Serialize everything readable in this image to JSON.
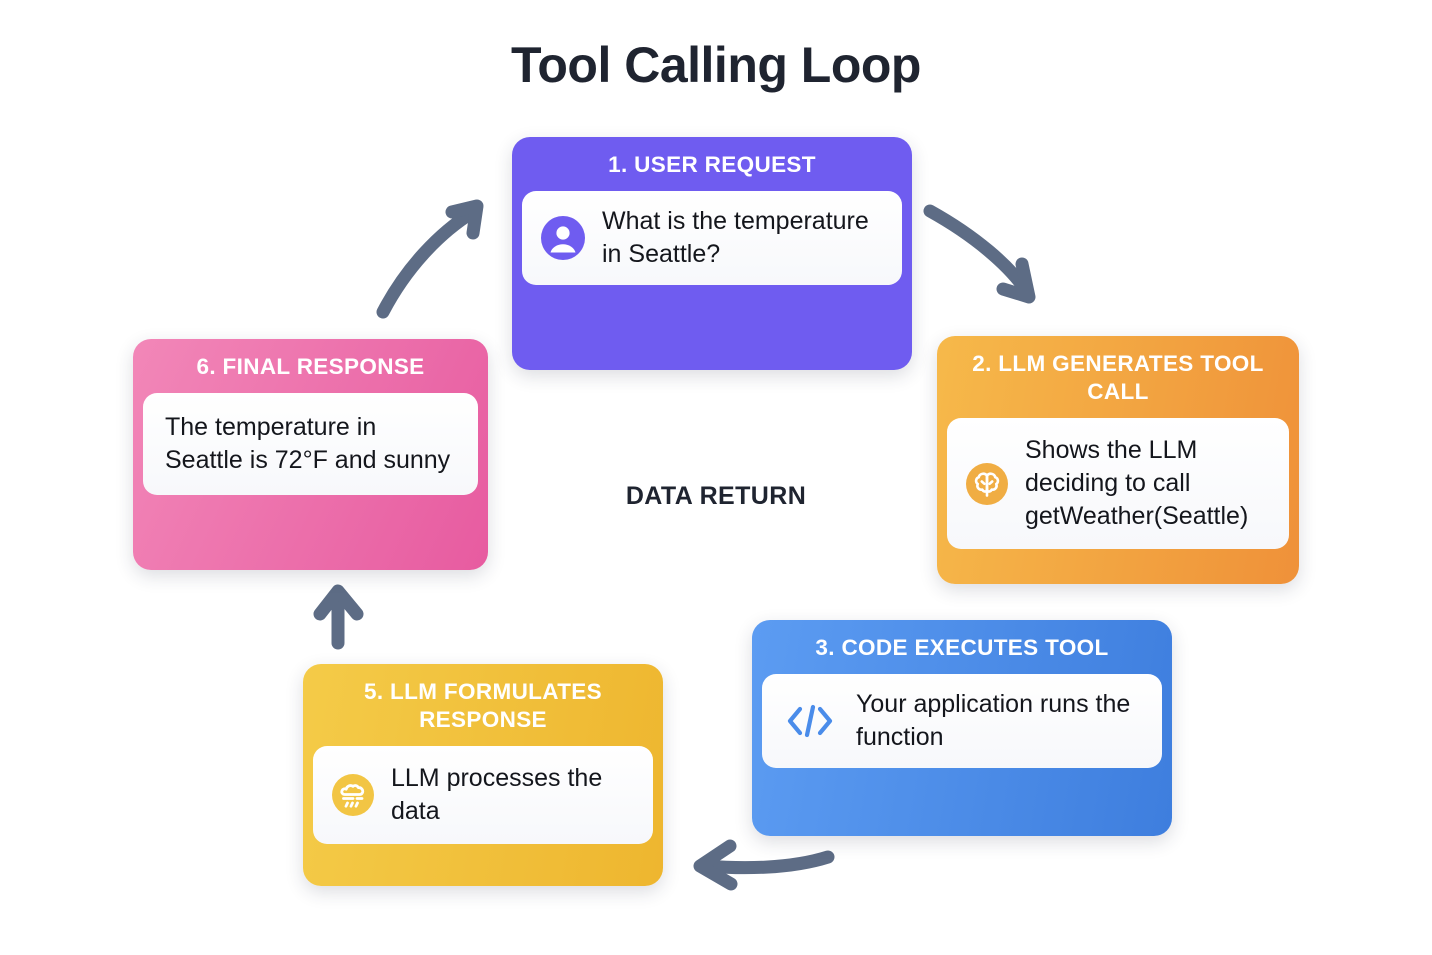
{
  "page": {
    "title": "Tool Calling Loop",
    "center_label": "DATA RETURN",
    "background": "#ffffff",
    "title_color": "#1f2430",
    "arrow_color": "#5d6c85"
  },
  "steps": [
    {
      "id": "card-1",
      "number": "1",
      "header": "1. USER REQUEST",
      "body_text": "What is the temperature in Seattle?",
      "icon": "user-avatar-icon",
      "accent": "#6f5cf0"
    },
    {
      "id": "card-2",
      "number": "2",
      "header": "2. LLM GENERATES TOOL CALL",
      "body_text": "Shows the LLM deciding to call getWeather(Seattle)",
      "icon": "brain-icon",
      "accent": "#f2a540"
    },
    {
      "id": "card-3",
      "number": "3",
      "header": "3. CODE EXECUTES TOOL",
      "body_text": "Your application runs the function",
      "icon": "code-brackets-icon",
      "accent": "#4a8cea"
    },
    {
      "id": "card-5",
      "number": "5",
      "header": "5. LLM FORMULATES RESPONSE",
      "body_text": "LLM processes the data",
      "icon": "weather-cloud-icon",
      "accent": "#f0c13c"
    },
    {
      "id": "card-6",
      "number": "6",
      "header": "6. FINAL RESPONSE",
      "body_text": "The temperature in Seattle is 72°F and sunny",
      "icon": "none",
      "accent": "#ec6fa9"
    }
  ],
  "arrows": [
    {
      "name": "arrow-step1-to-step2",
      "from": "1. USER REQUEST",
      "to": "2. LLM GENERATES TOOL CALL",
      "direction": "down-right"
    },
    {
      "name": "arrow-step3-to-step5",
      "from": "3. CODE EXECUTES TOOL",
      "to": "5. LLM FORMULATES RESPONSE",
      "direction": "left"
    },
    {
      "name": "arrow-step5-to-step6",
      "from": "5. LLM FORMULATES RESPONSE",
      "to": "6. FINAL RESPONSE",
      "direction": "up"
    },
    {
      "name": "arrow-step6-to-step1",
      "from": "6. FINAL RESPONSE",
      "to": "1. USER REQUEST",
      "direction": "up-right"
    }
  ]
}
